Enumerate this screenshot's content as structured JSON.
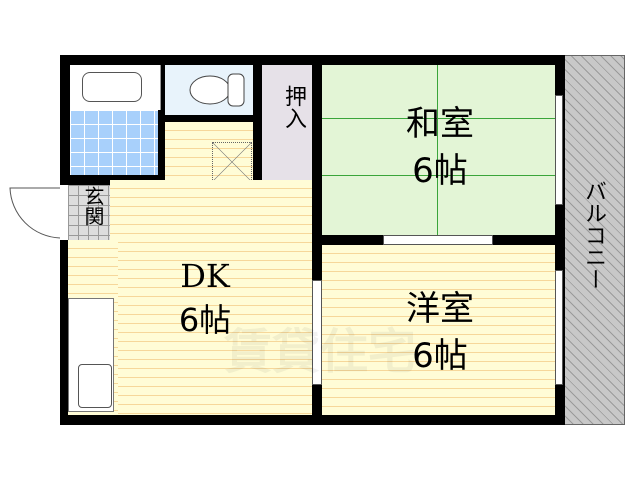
{
  "rooms": {
    "dk": {
      "name": "DK",
      "size": "6帖"
    },
    "washitsu": {
      "name": "和室",
      "size": "6帖"
    },
    "youshitsu": {
      "name": "洋室",
      "size": "6帖"
    },
    "closet": "押入",
    "entrance": "玄関",
    "balcony": "バルコニー"
  },
  "watermark": "賃貸住宅",
  "colors": {
    "wall": "#000000",
    "flooring": "#fffcd6",
    "tatami": "#e3f5d6",
    "bath_tile": "#a8d0fb",
    "toilet": "#e8f3fb",
    "closet": "#e6e1e8",
    "balcony": "#c8c8c8"
  }
}
